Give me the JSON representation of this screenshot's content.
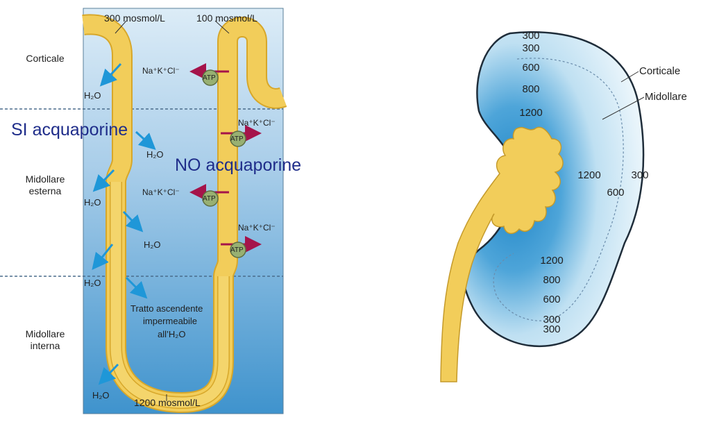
{
  "loop_panel": {
    "top_left_osm": "300 mosmol/L",
    "top_right_osm": "100 mosmol/L",
    "bottom_osm": "1200 mosmol/L",
    "zone_cortex": "Corticale",
    "zone_outer_medulla": [
      "Midollare",
      "esterna"
    ],
    "zone_inner_medulla": [
      "Midollare",
      "interna"
    ],
    "ion_label": "Na⁺K⁺Cl⁻",
    "atp_label": "ATP",
    "water_label": "H₂O",
    "ascending_note": [
      "Tratto ascendente",
      "impermeabile",
      "all’H₂O"
    ],
    "overlay_left": "SI acquaporine",
    "overlay_right": "NO acquaporine"
  },
  "kidney_panel": {
    "label_cortex": "Corticale",
    "label_medulla": "Midollare",
    "top_values": [
      "300",
      "300",
      "600",
      "800",
      "1200"
    ],
    "middle_values": [
      "1200",
      "300",
      "600"
    ],
    "bottom_values": [
      "1200",
      "800",
      "600",
      "300",
      "300"
    ]
  },
  "colors": {
    "tubule_fill": "#f2cd5a",
    "tubule_edge": "#d7a72a",
    "water_arrow": "#1f97d8",
    "pump_arrow": "#a5134a",
    "atp_fill": "#98b072",
    "medulla_blue": "#1c83c6",
    "overlay_text": "#1f2d8a"
  }
}
